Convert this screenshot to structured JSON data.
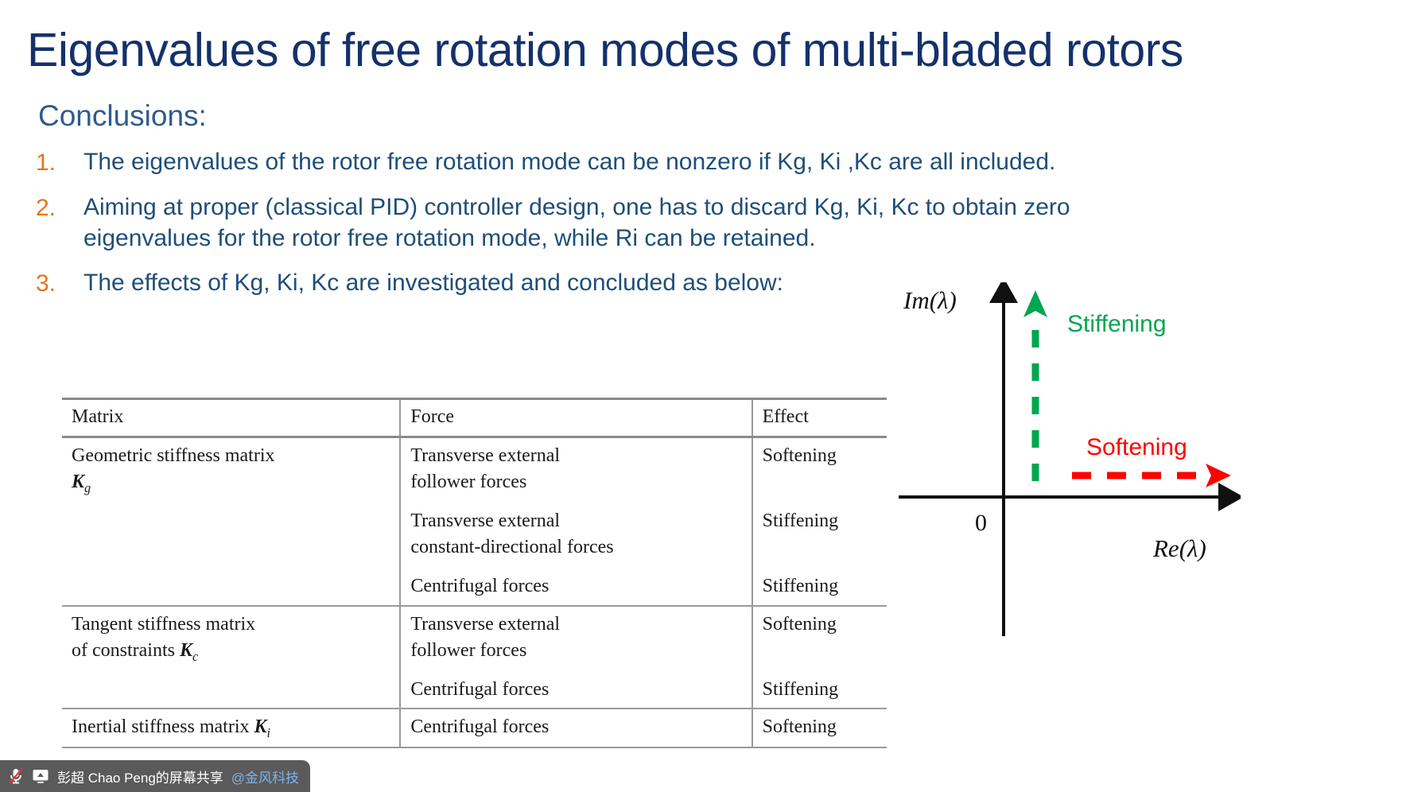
{
  "slide": {
    "title": "Eigenvalues of free rotation modes of multi-bladed rotors",
    "conclusions_heading": "Conclusions:",
    "bullets": [
      {
        "number": "1.",
        "text": "The eigenvalues of the rotor free rotation mode can be nonzero if Kg, Ki ,Kc are all included."
      },
      {
        "number": "2.",
        "text": "Aiming at proper (classical PID) controller design, one has to discard Kg, Ki, Kc to obtain zero eigenvalues for the rotor free rotation mode, while Ri can be retained."
      },
      {
        "number": "3.",
        "text": "The effects of Kg, Ki, Kc are investigated and concluded as below:"
      }
    ],
    "colors": {
      "title": "#14316b",
      "heading": "#2e5b8e",
      "bullet_number": "#e8741c",
      "bullet_text": "#1f4e79",
      "stiffening": "#00a650",
      "softening": "#ff0000"
    }
  },
  "table": {
    "headers": [
      "Matrix",
      "Force",
      "Effect"
    ],
    "rows": [
      {
        "matrix_name": "Geometric stiffness matrix",
        "matrix_symbol": "K",
        "matrix_subscript": "g",
        "forces": [
          [
            "Transverse external",
            "follower forces"
          ],
          [
            "Transverse external",
            "constant-directional forces"
          ],
          [
            "Centrifugal forces"
          ]
        ],
        "effects": [
          "Softening",
          "Stiffening",
          "Stiffening"
        ]
      },
      {
        "matrix_name": "Tangent stiffness matrix of constraints",
        "matrix_symbol": "K",
        "matrix_subscript": "c",
        "forces": [
          [
            "Transverse external",
            "follower forces"
          ],
          [
            "Centrifugal forces"
          ]
        ],
        "effects": [
          "Softening",
          "Stiffening"
        ]
      },
      {
        "matrix_name": "Inertial stiffness matrix",
        "matrix_symbol": "K",
        "matrix_subscript": "i",
        "forces": [
          [
            "Centrifugal forces"
          ]
        ],
        "effects": [
          "Softening"
        ]
      }
    ]
  },
  "diagram": {
    "im_axis_label": "Im(λ)",
    "re_axis_label": "Re(λ)",
    "origin_label": "0",
    "stiffening_label": "Stiffening",
    "softening_label": "Softening",
    "stiffening_color": "#00a650",
    "softening_color": "#ff0000"
  },
  "share_bar": {
    "mic_icon": "microphone-muted-icon",
    "screen_icon": "screen-share-icon",
    "presenter": "彭超 Chao Peng的屏幕共享",
    "organization": "@金风科技"
  }
}
